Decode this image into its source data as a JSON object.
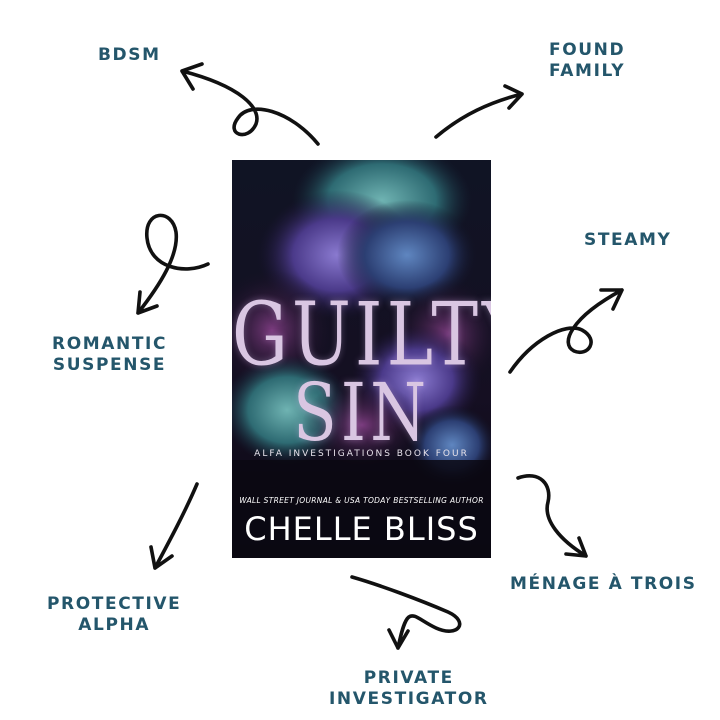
{
  "labels": {
    "bdsm": "BDSM",
    "found_family": [
      "FOUND",
      "FAMILY"
    ],
    "steamy": "STEAMY",
    "romantic_suspense": [
      "ROMANTIC",
      "SUSPENSE"
    ],
    "protective_alpha": [
      "PROTECTIVE",
      "ALPHA"
    ],
    "private_investigator": [
      "PRIVATE",
      "INVESTIGATOR"
    ],
    "menage_a_trois": "MÉNAGE À TROIS"
  },
  "cover": {
    "title_line1": "GUILTY",
    "title_line2": "SIN",
    "series": "ALFA INVESTIGATIONS BOOK FOUR",
    "tagline": "WALL STREET JOURNAL & USA TODAY BESTSELLING AUTHOR",
    "author": "CHELLE BLISS"
  },
  "colors": {
    "label_text": "#24566b",
    "arrow": "#111111",
    "cover_background": "#0d0b1a",
    "cover_title": "#d9c6e2"
  }
}
